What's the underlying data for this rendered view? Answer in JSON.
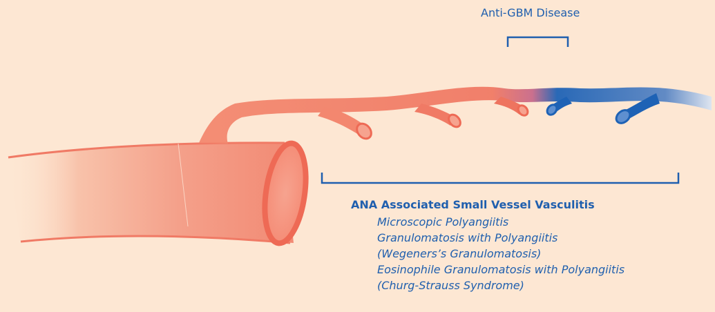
{
  "diagram": {
    "anti_gbm": {
      "label": "Anti-GBM Disease"
    },
    "anca": {
      "title": "ANA Associated Small Vessel Vasculitis",
      "items": [
        "Microscopic Polyangiitis",
        "Granulomatosis with Polyangiitis",
        "(Wegeners’s Granulomatosis)",
        "Eosinophile Granulomatosis with Polyangiitis",
        "(Churg-Strauss Syndrome)"
      ]
    },
    "colors": {
      "background": "#fde7d3",
      "vessel_red": "#f07a65",
      "vessel_blue": "#1e62b5",
      "text_blue": "#1f5fae",
      "bracket": "#1f5fae"
    }
  }
}
